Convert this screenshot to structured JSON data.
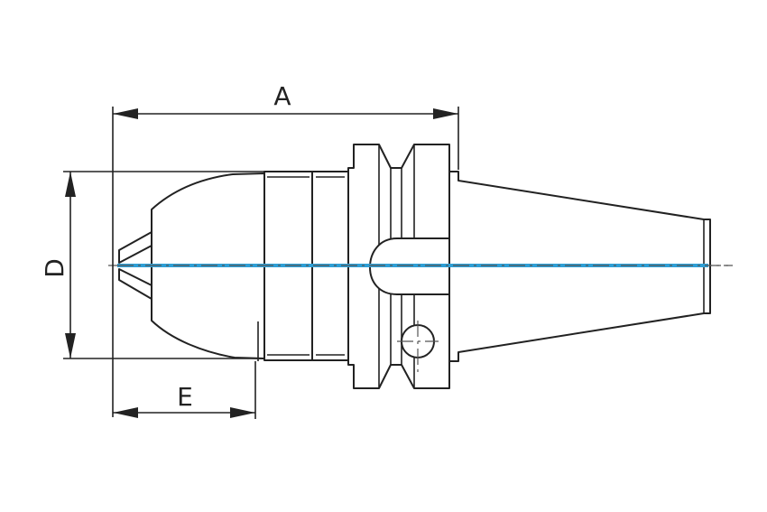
{
  "labels": {
    "length_overall": "A",
    "diameter": "D",
    "projection_length": "E"
  },
  "colors": {
    "centerline": "#2e9fd6",
    "outline": "#222222"
  }
}
